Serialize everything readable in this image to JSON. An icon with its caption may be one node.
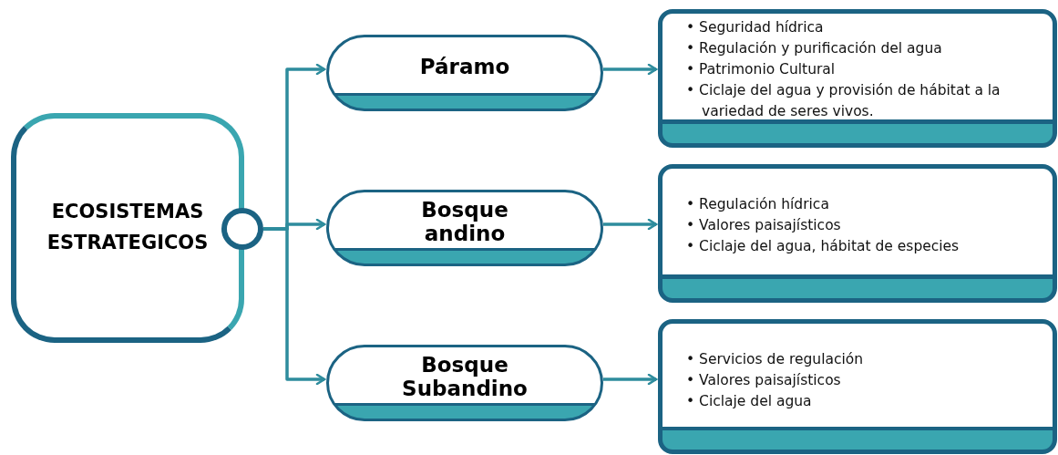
{
  "diagram": {
    "nodes": [
      {
        "text": [
          "ECOSISTEMAS ESTRATEGICOS"
        ]
      },
      {
        "text": [],
        "shape": "circle"
      },
      {
        "text": [
          "Páramo"
        ]
      },
      {
        "text": [
          "Bosque andino"
        ]
      },
      {
        "text": [
          "Bosque Subandino"
        ]
      },
      {
        "text": [
          "• Seguridad hídrica",
          "• Regulación y purificación del agua",
          "• Patrimonio Cultural",
          "• Ciclaje del agua y provisión de hábitat a la variedad de seres vivos."
        ]
      },
      {
        "text": [
          "• Regulación hídrica",
          "• Valores paisajísticos",
          "• Ciclaje del agua, hábitat de especies"
        ]
      },
      {
        "text": [
          "• Servicios de regulación",
          "• Valores paisajísticos",
          "• Ciclaje del agua"
        ]
      }
    ],
    "edges": [
      {
        "from": 1,
        "to": 2,
        "arrow": "to"
      },
      {
        "from": 1,
        "to": 3,
        "arrow": "to"
      },
      {
        "from": 1,
        "to": 4,
        "arrow": "to"
      },
      {
        "from": 2,
        "to": 5,
        "arrow": "to"
      },
      {
        "from": 3,
        "to": 6,
        "arrow": "to"
      },
      {
        "from": 4,
        "to": 7,
        "arrow": "to"
      }
    ]
  }
}
